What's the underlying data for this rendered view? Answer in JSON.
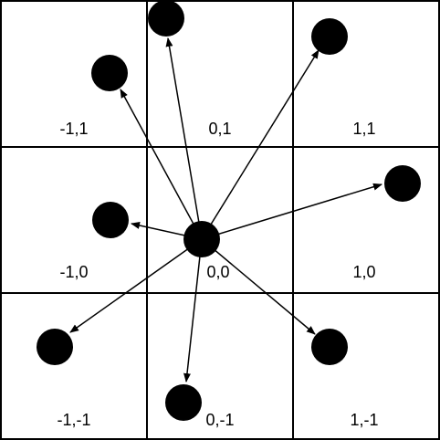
{
  "diagram": {
    "colors": {
      "line": "#000000",
      "background": "#ffffff"
    },
    "cells": [
      {
        "label": "-1,1"
      },
      {
        "label": "0,1"
      },
      {
        "label": "1,1"
      },
      {
        "label": "-1,0"
      },
      {
        "label": "0,0"
      },
      {
        "label": "1,0"
      },
      {
        "label": "-1,-1"
      },
      {
        "label": "0,-1"
      },
      {
        "label": "1,-1"
      }
    ]
  }
}
